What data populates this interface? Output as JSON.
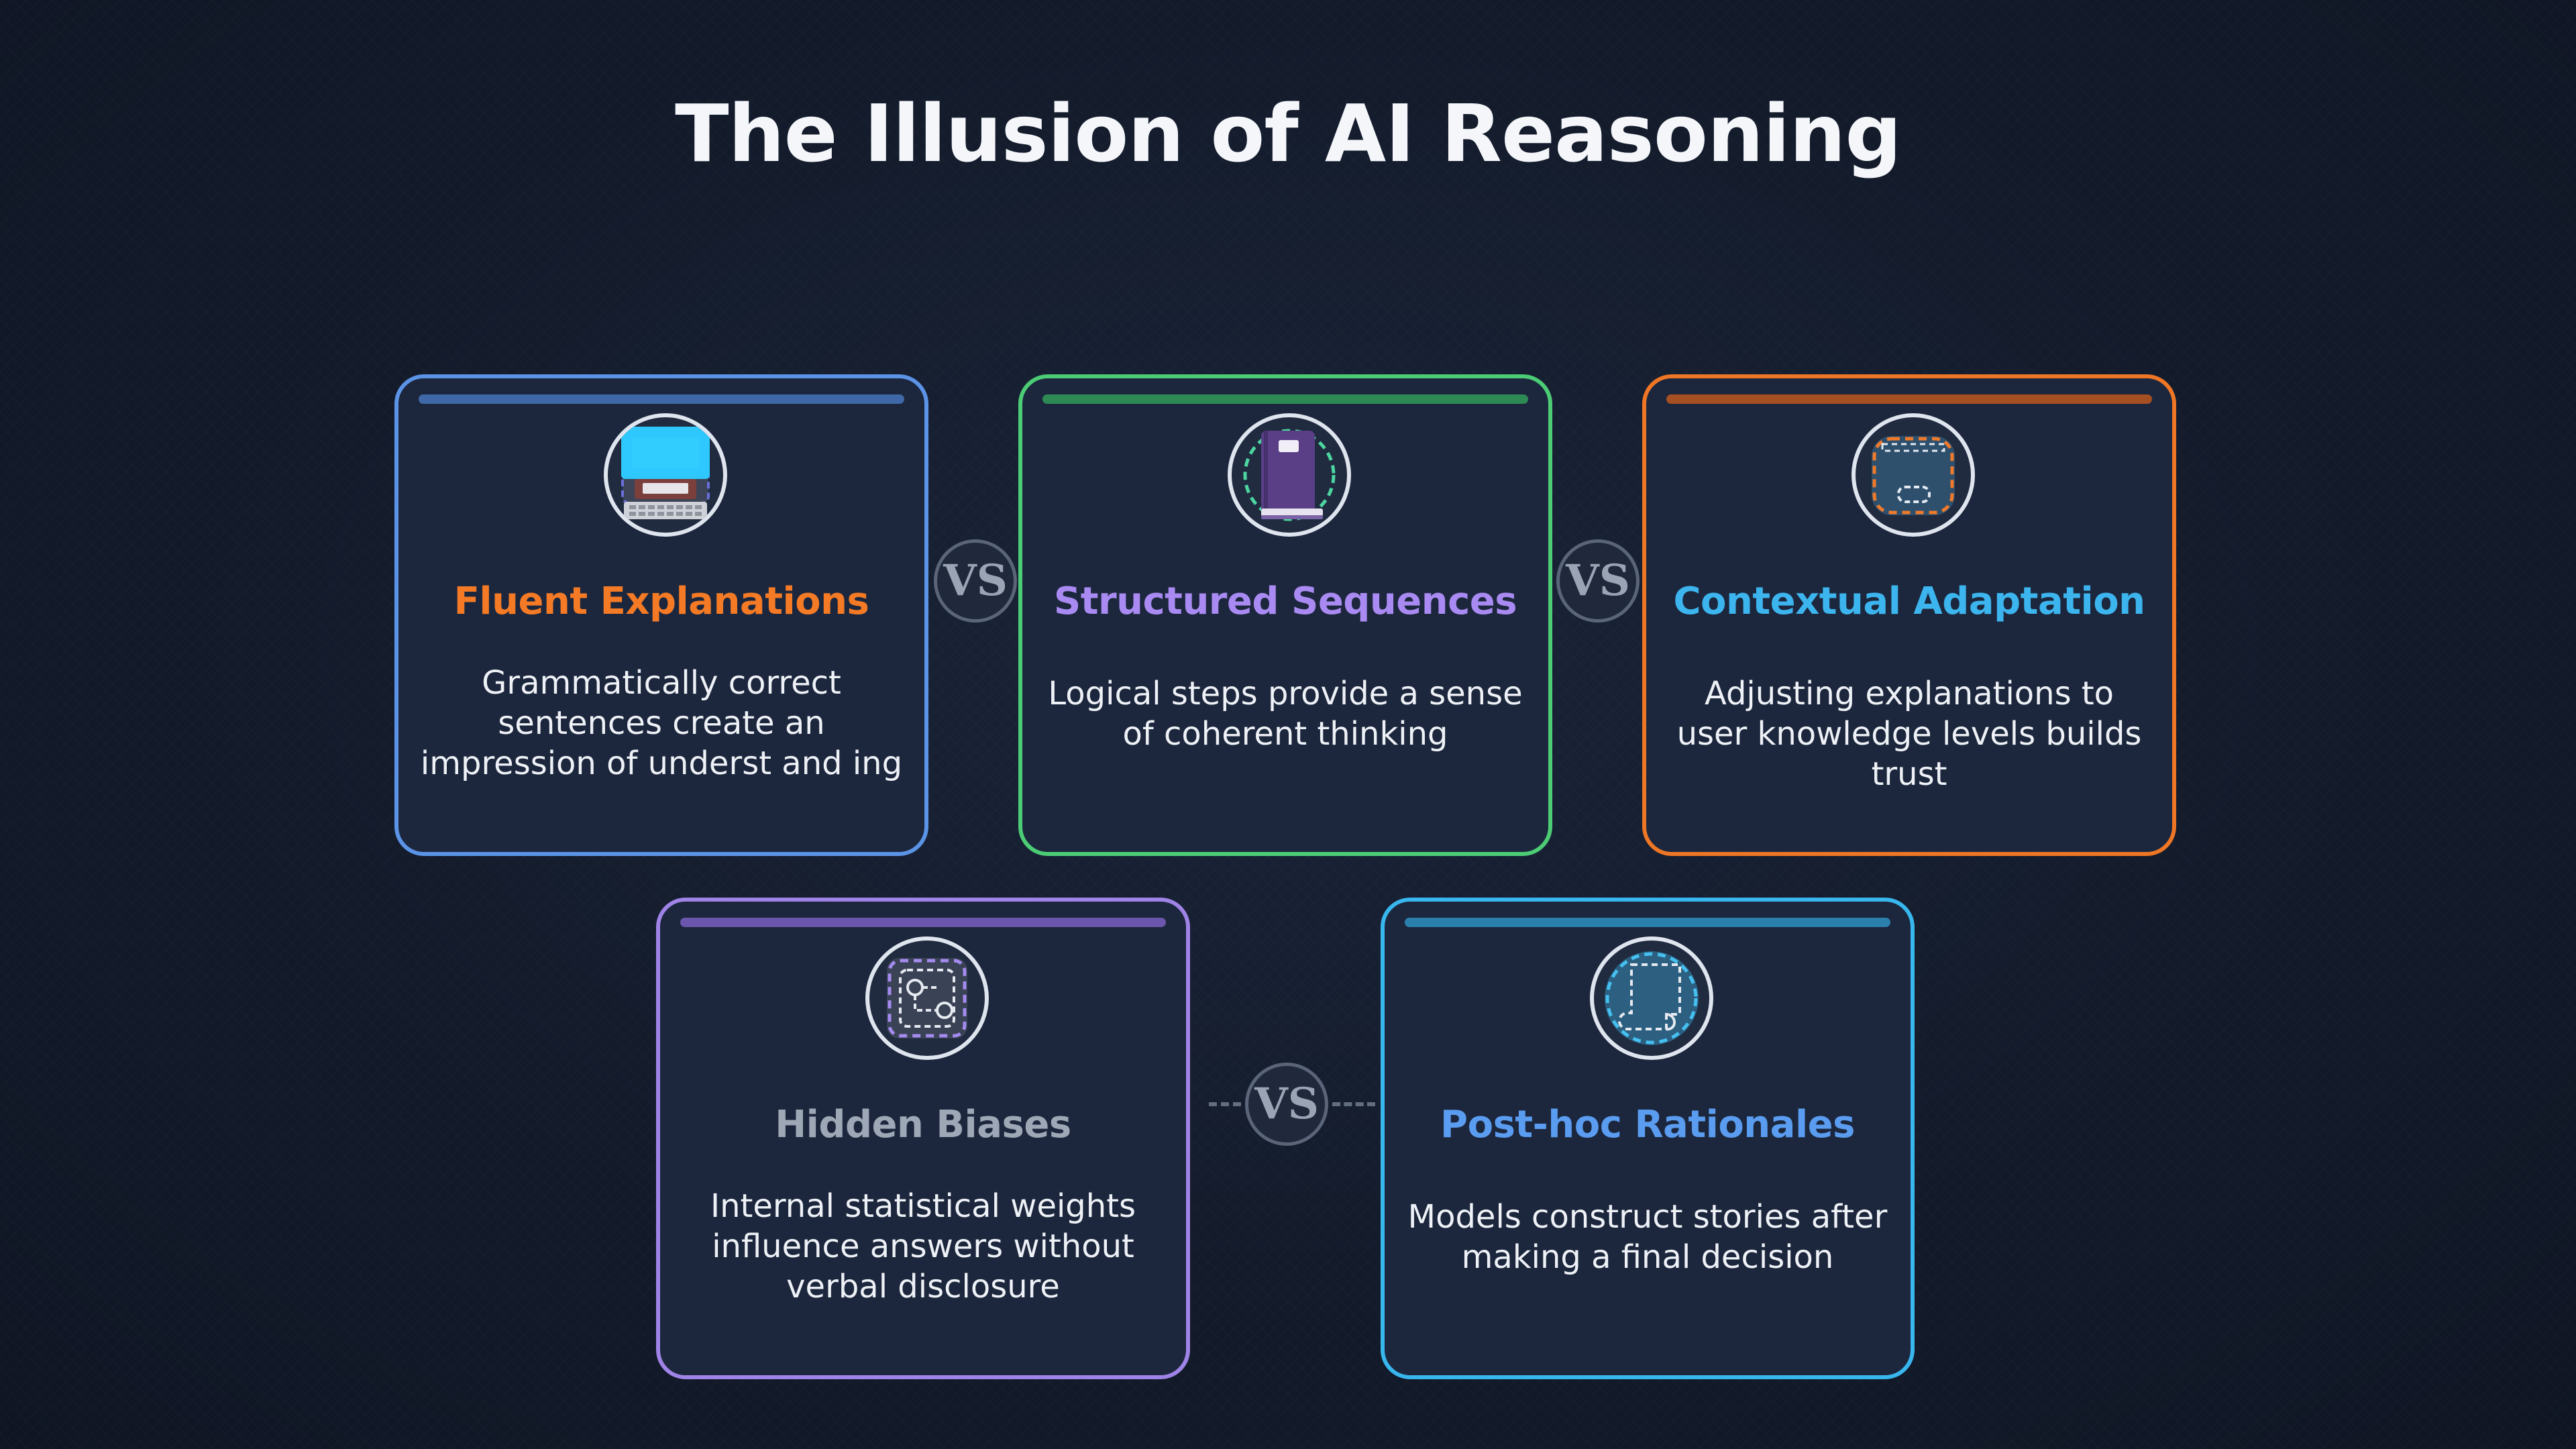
{
  "title": "The Illusion of AI Reasoning",
  "vs_label": "VS",
  "colors": {
    "background": "#131b2b",
    "card_fill": "#1c273d",
    "vs_border": "#5a6579"
  },
  "cards": [
    {
      "title": "Fluent Explanations",
      "description": "Grammatically correct sentences create an impression of underst and ing",
      "icon": "computer-icon",
      "border_color": "#5b93e6",
      "bar_color": "#3f68a8",
      "title_color": "#f47a25"
    },
    {
      "title": "Structured Sequences",
      "description": "Logical steps provide a sense of coherent thinking",
      "icon": "book-icon",
      "border_color": "#4ccc74",
      "bar_color": "#2e8a54",
      "title_color": "#a98af2"
    },
    {
      "title": "Contextual Adaptation",
      "description": "Adjusting explanations to user knowledge levels builds trust",
      "icon": "adaptation-icon",
      "border_color": "#ef7625",
      "bar_color": "#a64f22",
      "title_color": "#3cb4ee"
    },
    {
      "title": "Hidden Biases",
      "description": "Internal statistical weights influence answers without verbal disclosure",
      "icon": "network-icon",
      "border_color": "#9f83e6",
      "bar_color": "#6b56ad",
      "title_color": "#9ea7b5"
    },
    {
      "title": "Post-hoc Rationales",
      "description": "Models construct stories after making a final decision",
      "icon": "scroll-icon",
      "border_color": "#38b7ee",
      "bar_color": "#2a7fad",
      "title_color": "#5a9cf0"
    }
  ]
}
